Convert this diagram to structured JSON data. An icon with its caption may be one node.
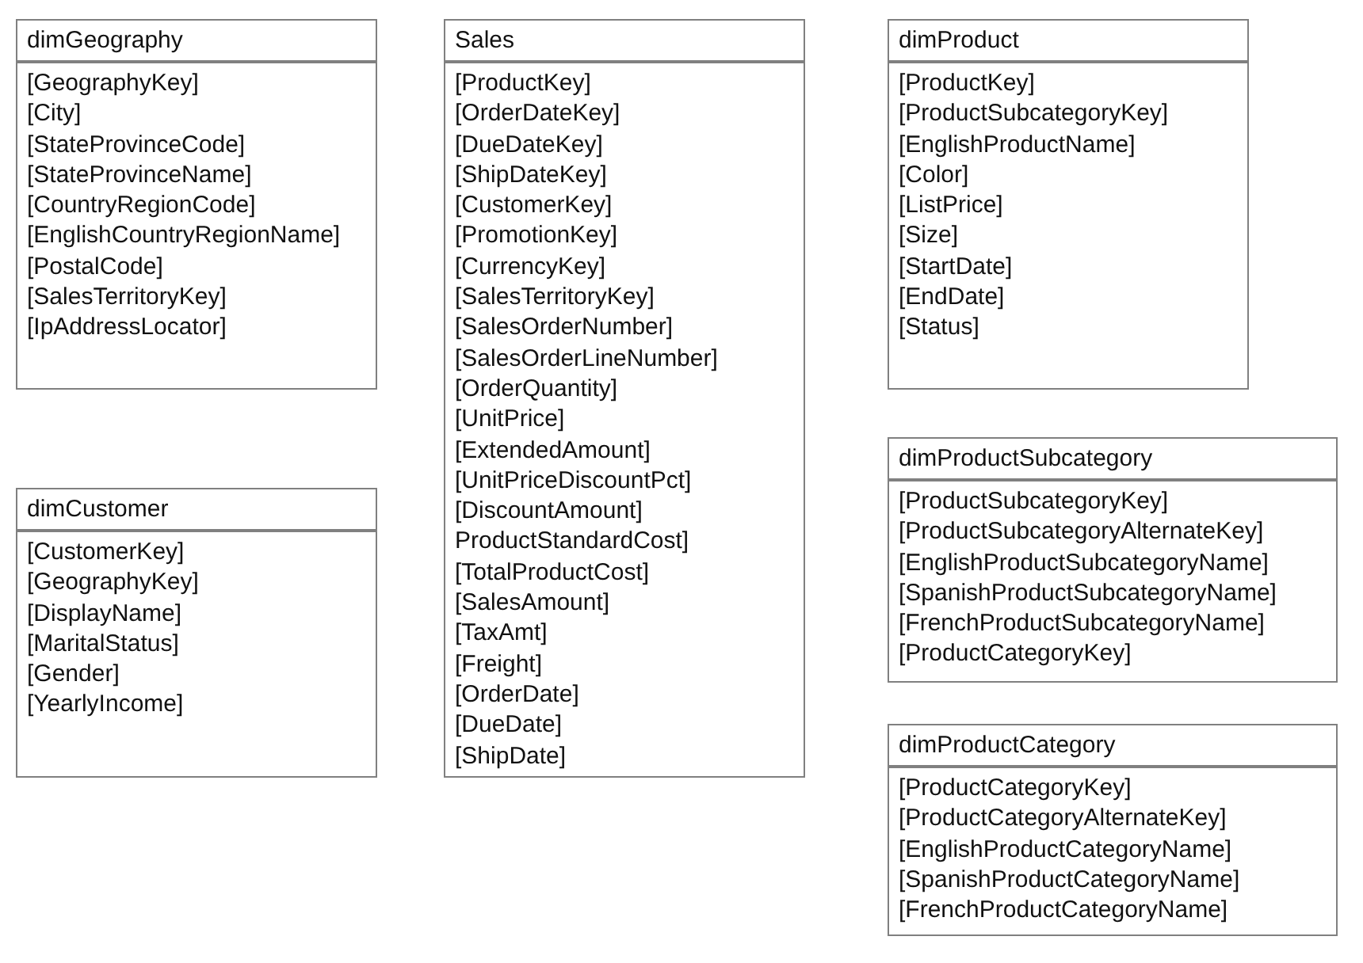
{
  "diagram": {
    "nodes": [
      {
        "text": [
          "dimGeography",
          "[GeographyKey]",
          "[City]",
          "[StateProvinceCode]",
          "[StateProvinceName]",
          "[CountryRegionCode]",
          "[EnglishCountryRegionName]",
          "[PostalCode]",
          "[SalesTerritoryKey]",
          "[IpAddressLocator]"
        ]
      },
      {
        "text": [
          "Sales",
          "[ProductKey]",
          "[OrderDateKey]",
          "[DueDateKey]",
          "[ShipDateKey]",
          "[CustomerKey]",
          "[PromotionKey]",
          "[CurrencyKey]",
          "[SalesTerritoryKey]",
          "[SalesOrderNumber]",
          "[SalesOrderLineNumber]",
          "[OrderQuantity]",
          "[UnitPrice]",
          "[ExtendedAmount]",
          "[UnitPriceDiscountPct]",
          "[DiscountAmount]",
          "ProductStandardCost]",
          "[TotalProductCost]",
          "[SalesAmount]",
          "[TaxAmt]",
          "[Freight]",
          "[OrderDate]",
          "[DueDate]",
          "[ShipDate]"
        ]
      },
      {
        "text": [
          "dimProduct",
          "[ProductKey]",
          "[ProductSubcategoryKey]",
          "[EnglishProductName]",
          "[Color]",
          "[ListPrice]",
          "[Size]",
          "[StartDate]",
          "[EndDate]",
          "[Status]"
        ]
      },
      {
        "text": [
          "dimCustomer",
          "[CustomerKey]",
          "[GeographyKey]",
          "[DisplayName]",
          "[MaritalStatus]",
          "[Gender]",
          "[YearlyIncome]"
        ]
      },
      {
        "text": [
          "dimProductSubcategory",
          "[ProductSubcategoryKey]",
          "[ProductSubcategoryAlternateKey]",
          "[EnglishProductSubcategoryName]",
          "[SpanishProductSubcategoryName]",
          "[FrenchProductSubcategoryName]",
          "[ProductCategoryKey]"
        ]
      },
      {
        "text": [
          "dimProductCategory",
          "[ProductCategoryKey]",
          "[ProductCategoryAlternateKey]",
          "[EnglishProductCategoryName]",
          "[SpanishProductCategoryName]",
          "[FrenchProductCategoryName]"
        ]
      }
    ]
  }
}
